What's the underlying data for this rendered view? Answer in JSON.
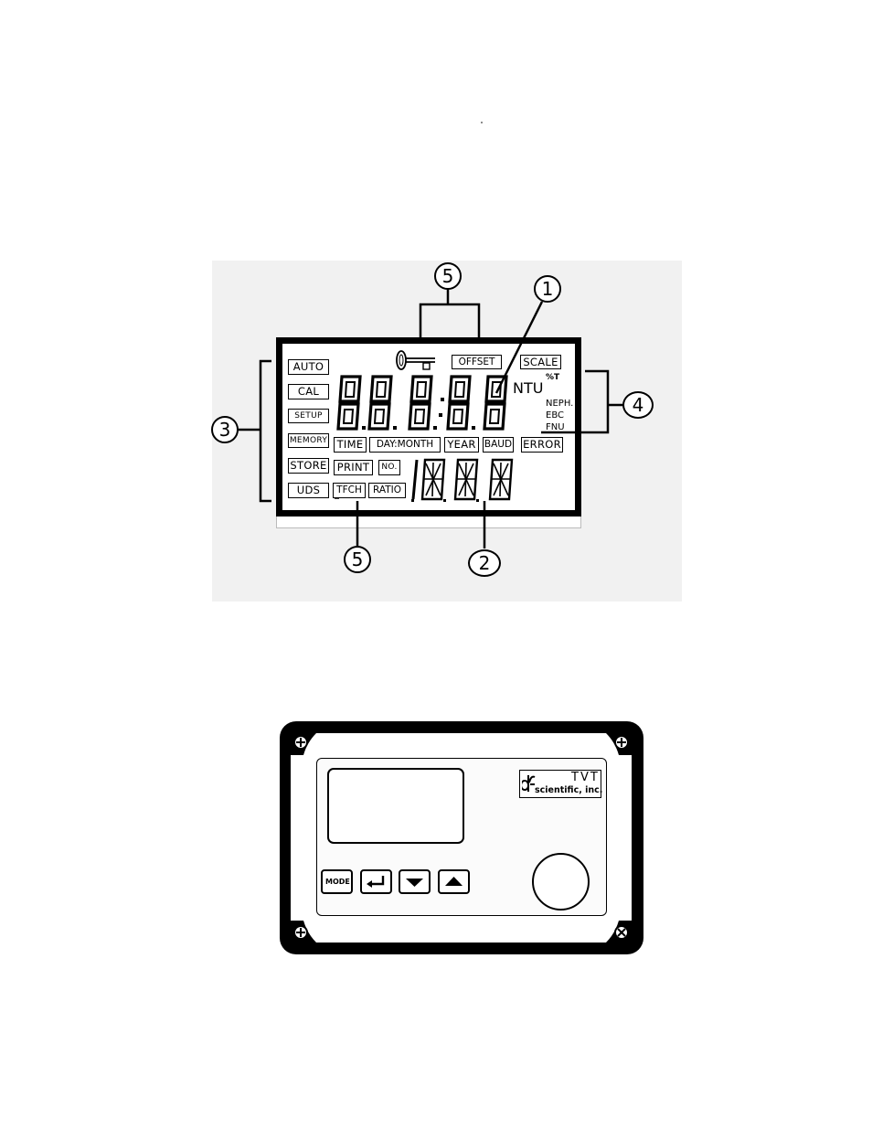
{
  "lcd_diagram": {
    "mode_labels": [
      "AUTO",
      "CAL",
      "SETUP",
      "MEMORY",
      "STORE",
      "UDS"
    ],
    "top_labels": {
      "offset": "OFFSET",
      "scale": "SCALE"
    },
    "main_display": "8.8.8.8:8.8",
    "units": {
      "ntu": "NTU",
      "percent_t": "%T",
      "neph": "NEPH.",
      "ebc": "EBC",
      "fnu": "FNU"
    },
    "row_labels_1": [
      "TIME",
      "DAY:MONTH",
      "YEAR",
      "BAUD"
    ],
    "error_label": "ERROR",
    "row_labels_2": [
      "PRINT",
      "NO."
    ],
    "row_labels_3": [
      "TFCH",
      "RATIO"
    ],
    "callouts": {
      "c1": "1",
      "c2": "2",
      "c3": "3",
      "c4": "4",
      "c5_top": "5",
      "c5_bottom": "5"
    }
  },
  "front_panel": {
    "logo_name": "TVT",
    "logo_company": "scientific, inc.",
    "buttons": {
      "mode": "MODE"
    },
    "icons": [
      "enter-icon",
      "down-arrow-icon",
      "up-arrow-icon",
      "screw-plus-icon",
      "screw-cross-icon"
    ]
  }
}
